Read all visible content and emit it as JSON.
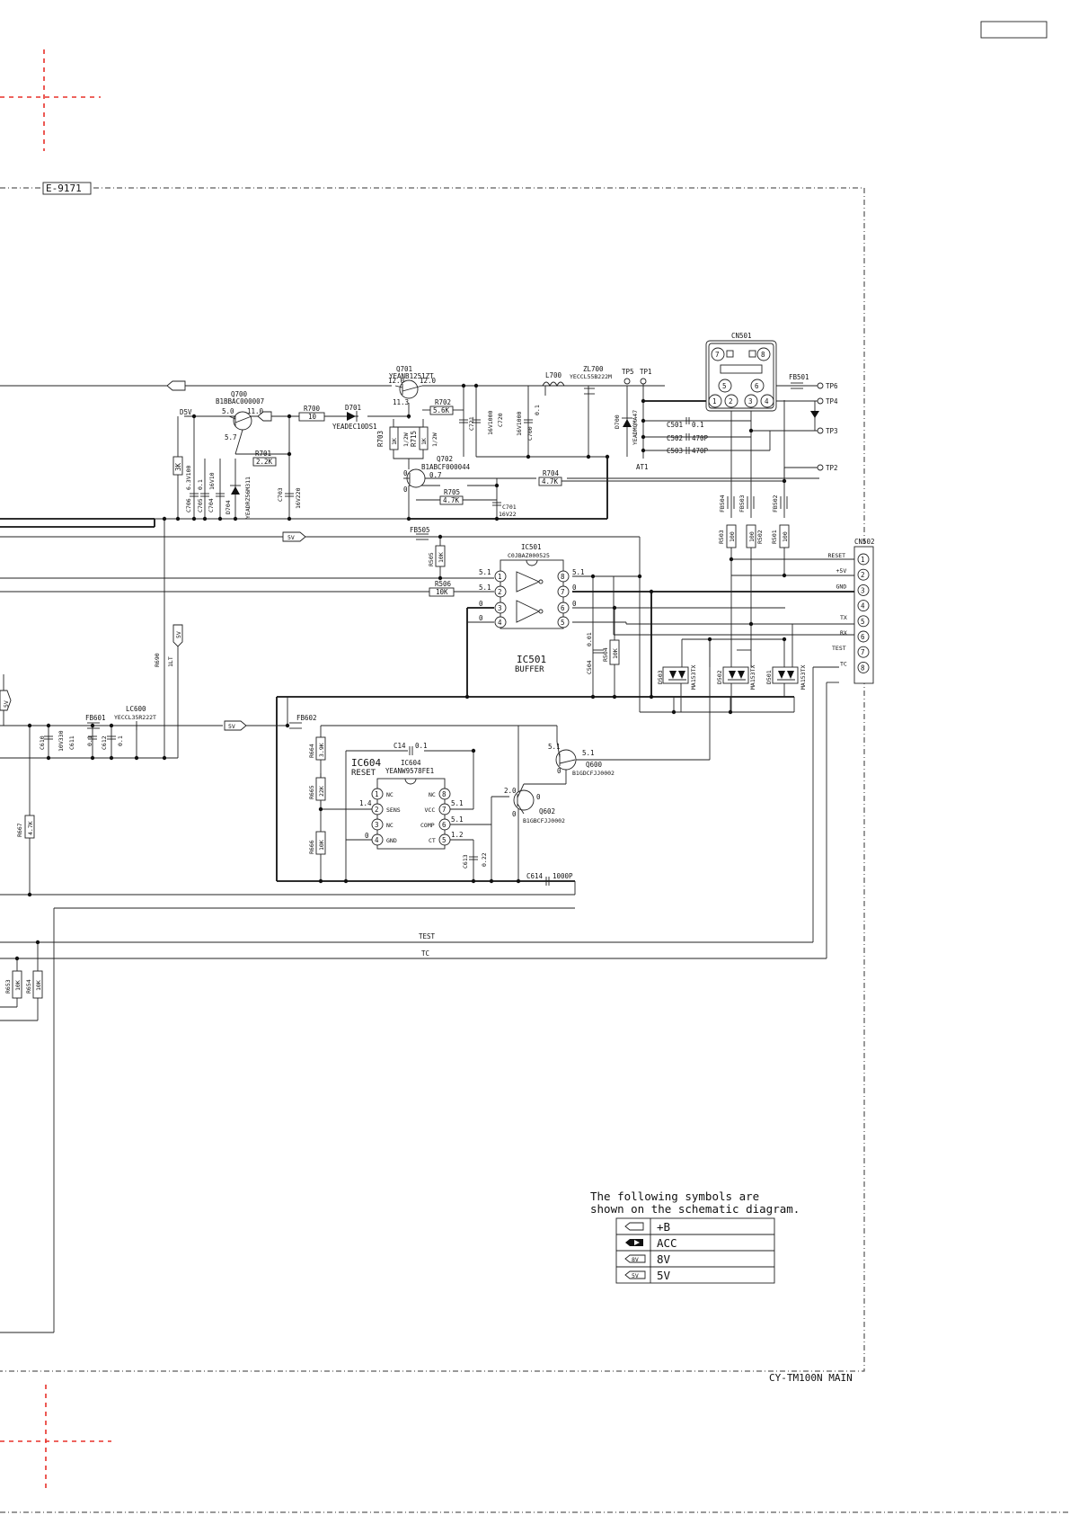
{
  "page": {
    "corner_box": "",
    "sheet_label": "E-9171",
    "footer_title": "CY-TM100N MAIN"
  },
  "transistors": {
    "q701": {
      "ref": "Q701",
      "part": "YEANB1251ZT",
      "vb": "11.3",
      "ve": "12.0",
      "vc": "12.0"
    },
    "q700": {
      "ref": "Q700",
      "part": "B1BBAC000007",
      "ve": "5.0",
      "vc": "11.0",
      "vb": "5.7"
    },
    "q702": {
      "ref": "Q702",
      "part": "B1ABCF000044",
      "v1": "0",
      "v2": "0.7",
      "v3": "0"
    },
    "q600": {
      "ref": "Q600",
      "part": "B1GDCFJJ0002",
      "v1": "5.1",
      "v2": "5.1",
      "v3": "0"
    },
    "q602": {
      "ref": "Q602",
      "part": "B1GBCFJJ0002",
      "v1": "2.0",
      "v2": "0",
      "v3": "0"
    }
  },
  "resistors": {
    "r700": {
      "ref": "R700",
      "val": "10"
    },
    "r702": {
      "ref": "R702",
      "val": "5.6K"
    },
    "r701": {
      "ref": "R701",
      "val": "2.2K"
    },
    "r703": {
      "ref": "R703",
      "val": "1K",
      "sub": "1/2W"
    },
    "r715": {
      "ref": "R715",
      "val": "1K",
      "sub": "1/2W"
    },
    "r704": {
      "ref": "R704",
      "val": "4.7K"
    },
    "r705": {
      "ref": "R705",
      "val": "4.7K"
    },
    "r505": {
      "ref": "R505",
      "val": "10K"
    },
    "r506": {
      "ref": "R506",
      "val": "10K"
    },
    "r504": {
      "ref": "R504",
      "val": "10K"
    },
    "r503": {
      "ref": "R503",
      "val": "100"
    },
    "r502": {
      "ref": "R502",
      "val": "100"
    },
    "r501": {
      "ref": "R501",
      "val": "100"
    },
    "r690": {
      "ref": "R690",
      "val": "1LT"
    },
    "r664": {
      "ref": "R664",
      "val": "3.9K"
    },
    "r665": {
      "ref": "R665",
      "val": "22K"
    },
    "r666": {
      "ref": "R666",
      "val": "10K"
    },
    "r667": {
      "ref": "R667",
      "val": "4.7K"
    },
    "r653": {
      "ref": "R653",
      "val": "10K"
    },
    "r654": {
      "ref": "R654",
      "val": "10K"
    },
    "r3k": {
      "val": "3K"
    }
  },
  "diodes": {
    "d701": {
      "ref": "D701",
      "part": "YEADEC10DS1"
    },
    "d704": {
      "ref": "D704",
      "part": "YEADRZ56M311"
    },
    "d700": {
      "ref": "D700",
      "part": "YEADMQMA47"
    },
    "d503": {
      "ref": "D503",
      "part": "MA153TX"
    },
    "d502": {
      "ref": "D502",
      "part": "MA153TX"
    },
    "d501": {
      "ref": "D501",
      "part": "MA153TX"
    }
  },
  "capacitors": {
    "c706": {
      "ref": "C706",
      "val": "6.3V100"
    },
    "c705": {
      "ref": "C705",
      "val": "0.1"
    },
    "c704": {
      "ref": "C704",
      "val": "16V10"
    },
    "c703": {
      "ref": "C703",
      "val": "16V220"
    },
    "c721": {
      "ref": "C721",
      "val": "16V1000"
    },
    "c720": {
      "ref": "C720",
      "val": "16V1000"
    },
    "c700": {
      "ref": "C700",
      "val": "0.1"
    },
    "c701": {
      "ref": "C701",
      "val": "16V22"
    },
    "c501": {
      "ref": "C501",
      "val": "0.1"
    },
    "c502": {
      "ref": "C502",
      "val": "470P"
    },
    "c503": {
      "ref": "C503",
      "val": "470P"
    },
    "c504": {
      "ref": "C504",
      "val": "0.01"
    },
    "c610": {
      "ref": "C610",
      "val": "10V330"
    },
    "c611": {
      "ref": "C611",
      "val": "0.1"
    },
    "c612": {
      "ref": "C612",
      "val": "0.1"
    },
    "c14": {
      "ref": "C14",
      "val": "0.1"
    },
    "c613": {
      "ref": "C613",
      "val": "0.22"
    },
    "c614": {
      "ref": "C614",
      "val": "1000P"
    }
  },
  "inductors": {
    "l700": {
      "ref": "L700"
    },
    "zl700": {
      "ref": "ZL700",
      "part": "YECCL55B222M"
    },
    "lc600": {
      "ref": "LC600",
      "part": "YECCL35R222T"
    },
    "fb501": "FB501",
    "fb502": "FB502",
    "fb503": "FB503",
    "fb504": "FB504",
    "fb505": "FB505",
    "fb601": "FB601",
    "fb602": "FB602"
  },
  "test_points": {
    "tp5": "TP5",
    "tp1": "TP1",
    "tp6": "TP6",
    "tp4": "TP4",
    "tp3": "TP3",
    "tp2": "TP2",
    "at1": "AT1"
  },
  "nets": {
    "d5v": "D5V",
    "5v": "5V",
    "test": "TEST",
    "tc": "TC"
  },
  "cn501": {
    "ref": "CN501",
    "pins": [
      "7",
      "8",
      "5",
      "6",
      "1",
      "2",
      "3",
      "4"
    ]
  },
  "ic501": {
    "ref": "IC501",
    "part": "C0JBAZ000525",
    "title": "IC501",
    "subtitle": "BUFFER",
    "pins": [
      "1",
      "2",
      "3",
      "4",
      "8",
      "7",
      "6",
      "5"
    ],
    "v_in": [
      "5.1",
      "5.1",
      "0",
      "0"
    ],
    "v_out": [
      "5.1",
      "0",
      "0",
      ""
    ]
  },
  "ic604": {
    "ref": "IC604",
    "part": "YEANW9578FE1",
    "title": "IC604",
    "subtitle": "RESET",
    "pins_left": [
      {
        "n": "1",
        "name": "NC"
      },
      {
        "n": "2",
        "name": "SENS"
      },
      {
        "n": "3",
        "name": "NC"
      },
      {
        "n": "4",
        "name": "GND"
      }
    ],
    "pins_right": [
      {
        "n": "8",
        "name": "NC"
      },
      {
        "n": "7",
        "name": "VCC"
      },
      {
        "n": "6",
        "name": "COMP"
      },
      {
        "n": "5",
        "name": "CT"
      }
    ],
    "v_sens": "1.4",
    "v_gnd": "0",
    "v_vcc": "5.1",
    "v_comp": "5.1",
    "v_ct": "1.2"
  },
  "cn502": {
    "ref": "CN502",
    "pins": [
      {
        "n": "1",
        "sig": "RESET"
      },
      {
        "n": "2",
        "sig": "+5V"
      },
      {
        "n": "3",
        "sig": "GND"
      },
      {
        "n": "4",
        "sig": ""
      },
      {
        "n": "5",
        "sig": "TX"
      },
      {
        "n": "6",
        "sig": "RX"
      },
      {
        "n": "7",
        "sig": "TEST"
      },
      {
        "n": "8",
        "sig": "TC"
      }
    ]
  },
  "legend": {
    "intro": "The following symbols are shown on the schematic diagram.",
    "intro_line1": "The following symbols are",
    "intro_line2": "shown on the schematic diagram.",
    "rows": [
      {
        "icon": "plus-b-arrow-icon",
        "label": "+B"
      },
      {
        "icon": "acc-arrow-icon",
        "label": "ACC"
      },
      {
        "icon": "8v-arrow-icon",
        "label": "8V",
        "tag": "8V"
      },
      {
        "icon": "5v-arrow-icon",
        "label": "5V",
        "tag": "5V"
      }
    ]
  },
  "colors": {
    "ink": "#111111",
    "registration": "#e8302a",
    "paper": "#ffffff"
  }
}
